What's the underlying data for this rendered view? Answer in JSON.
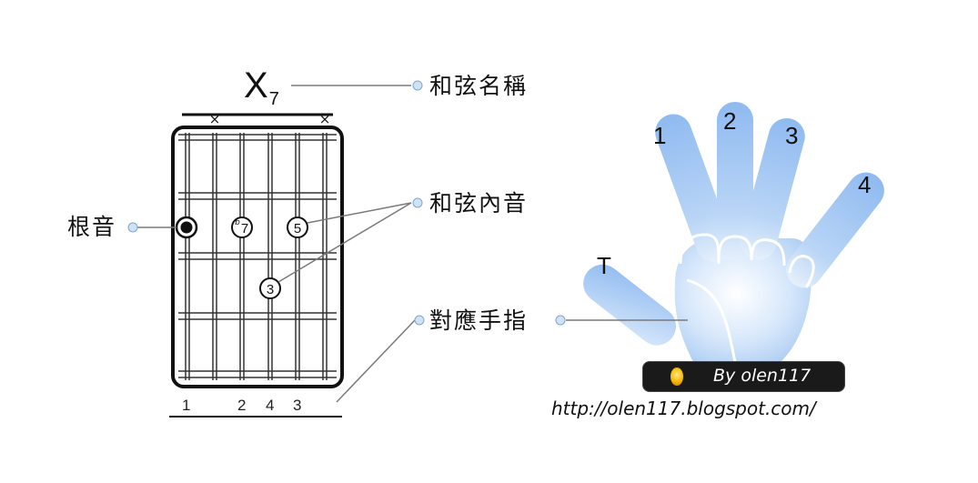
{
  "chord": {
    "name": "X",
    "subscript": "7"
  },
  "labels": {
    "chord_name": "和弦名稱",
    "chord_tones": "和弦內音",
    "root": "根音",
    "fingers": "對應手指"
  },
  "diagram": {
    "muted_string_marks": [
      "×",
      "×"
    ],
    "notes": [
      {
        "label": "7",
        "accidental": "b"
      },
      {
        "label": "5"
      },
      {
        "label": "3"
      }
    ],
    "fingering_numbers": [
      "1",
      "2",
      "4",
      "3"
    ]
  },
  "hand": {
    "finger_labels": [
      "T",
      "1",
      "2",
      "3",
      "4"
    ]
  },
  "credit": {
    "byline": "By olen117",
    "url": "http://olen117.blogspot.com/"
  },
  "colors": {
    "hand_fill": "#a9cbf2",
    "hand_outline": "#ffffff",
    "lines": "#777777",
    "frame": "#111111",
    "badge": "#1a1a1a"
  }
}
